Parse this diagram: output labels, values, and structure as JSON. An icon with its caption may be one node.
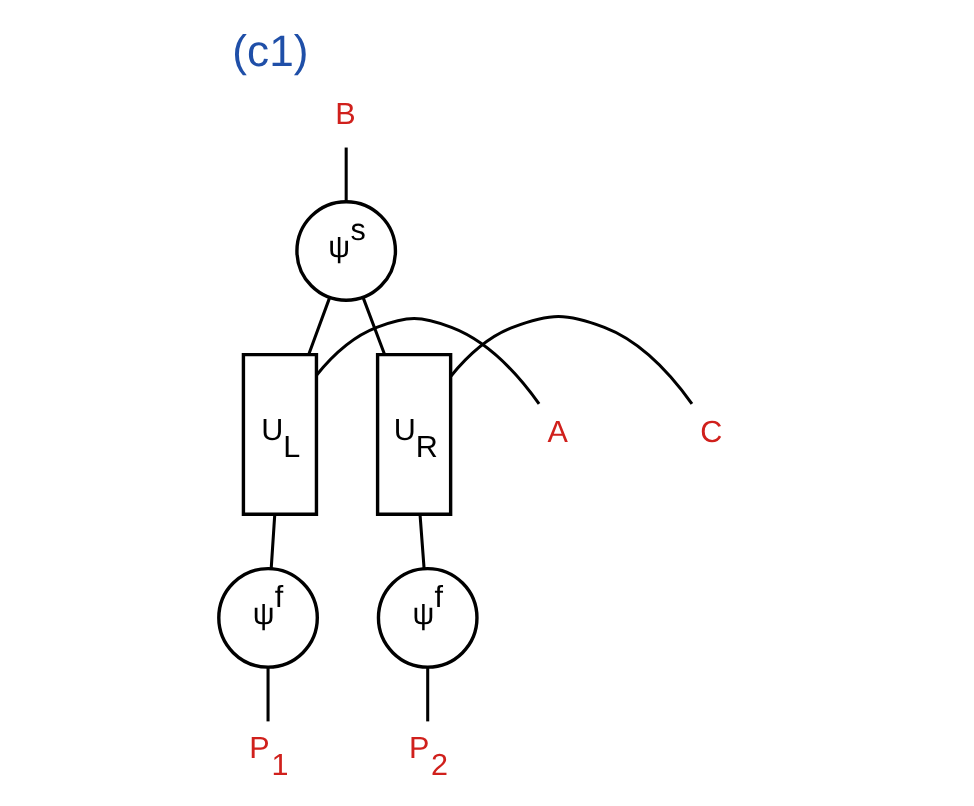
{
  "diagram": {
    "title": "(c1)",
    "nodes": [
      {
        "text": [
          "B"
        ]
      },
      {
        "text": [
          "ψ$^{s}$"
        ]
      },
      {
        "text": [
          "A"
        ]
      },
      {
        "text": [
          "U$_{L}$"
        ]
      },
      {
        "text": [
          "U$_{R}$"
        ]
      },
      {
        "text": [
          "C"
        ]
      },
      {
        "text": [
          "ψ$^{f}$"
        ]
      },
      {
        "text": [
          "ψ$^{f}$"
        ]
      },
      {
        "text": [
          "P$_{1}$"
        ]
      },
      {
        "text": [
          "P$_{2}$"
        ]
      }
    ],
    "edges": [
      {
        "from": 0,
        "to": 1,
        "arrow": "none"
      },
      {
        "from": 1,
        "to": 3,
        "arrow": "none"
      },
      {
        "from": 1,
        "to": 4,
        "arrow": "none"
      },
      {
        "from": 2,
        "to": 3,
        "arrow": "none"
      },
      {
        "from": 4,
        "to": 5,
        "arrow": "none"
      },
      {
        "from": 3,
        "to": 6,
        "arrow": "none"
      },
      {
        "from": 4,
        "to": 7,
        "arrow": "none"
      },
      {
        "from": 6,
        "to": 8,
        "arrow": "none"
      },
      {
        "from": 7,
        "to": 9,
        "arrow": "none"
      }
    ]
  }
}
